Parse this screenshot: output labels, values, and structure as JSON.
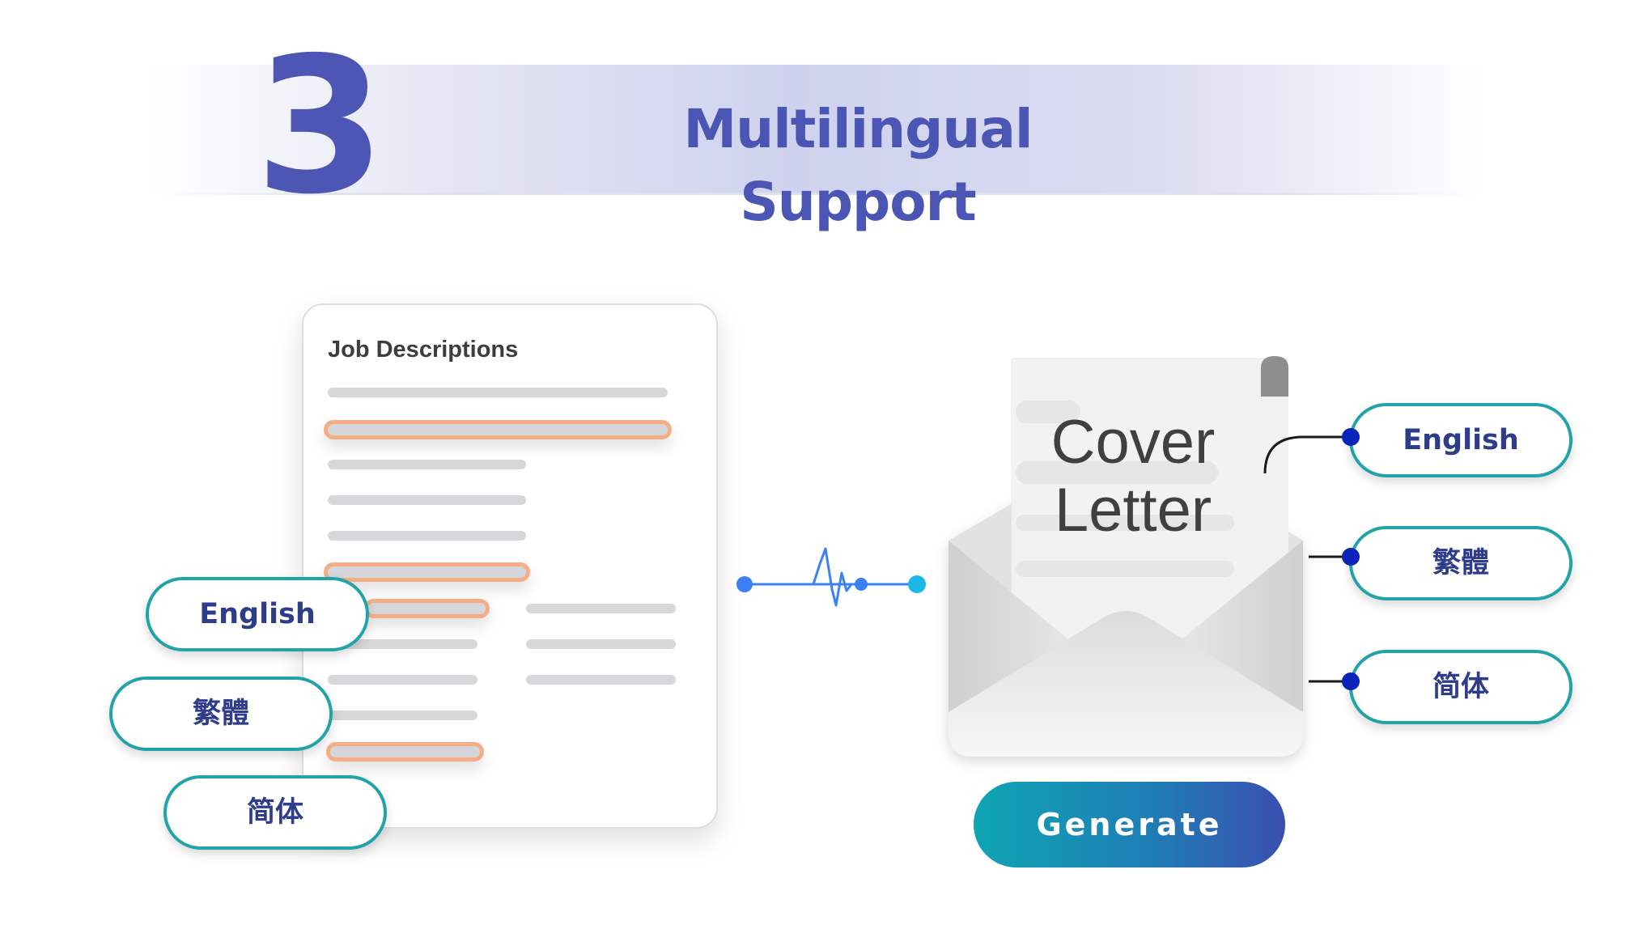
{
  "header": {
    "step_number": "3",
    "title": "Multilingual Support"
  },
  "document": {
    "title": "Job Descriptions"
  },
  "input_languages": [
    {
      "label": "English"
    },
    {
      "label": "繁體"
    },
    {
      "label": "简体"
    }
  ],
  "cover_letter": {
    "line1": "Cover",
    "line2": "Letter"
  },
  "output_languages": [
    {
      "label": "English"
    },
    {
      "label": "繁體"
    },
    {
      "label": "简体"
    }
  ],
  "actions": {
    "generate_label": "Generate"
  },
  "colors": {
    "title_indigo": "#4b55b3",
    "teal_border": "#22a3a8",
    "highlight_orange": "#f6ad86",
    "connector_blue": "#3b82f6",
    "connector_cyan": "#1ab9e6",
    "node_dark_blue": "#0a23b8"
  }
}
